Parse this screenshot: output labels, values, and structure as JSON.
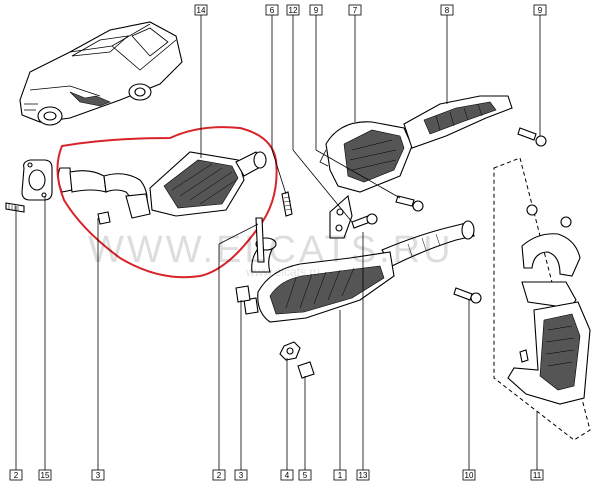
{
  "callouts": {
    "p14": "14",
    "p6": "6",
    "p12": "12",
    "p9_top": "9",
    "p7": "7",
    "p8": "8",
    "p9_right": "9",
    "p2_left": "2",
    "p15": "15",
    "p3_left": "3",
    "p2_bottom": "2",
    "p3_bottom": "3",
    "p4": "4",
    "p5": "5",
    "p1": "1",
    "p13": "13",
    "p10": "10",
    "p11": "11"
  },
  "watermark": {
    "text": "WWW.ELCATS.RU",
    "subtext": "www.elcats.ru"
  },
  "colors": {
    "highlight": "#d8232a",
    "ink": "#000000"
  }
}
